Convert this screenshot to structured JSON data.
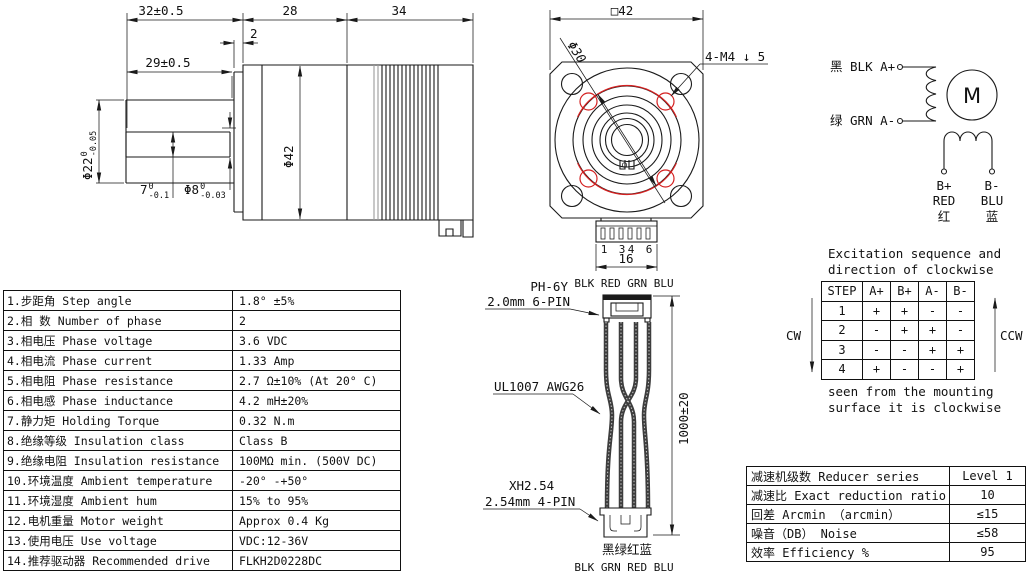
{
  "side_view": {
    "dim_length_gearhead": "32±0.5",
    "dim_gearbox": "28",
    "dim_motor": "34",
    "dim_pilot": "2",
    "dim_shaft_len": "29±0.5",
    "dim_boss_dia": {
      "main": "Φ22",
      "tol_top": "0",
      "tol_bot": "-0.05"
    },
    "dim_body_dia": "Φ42",
    "dim_shaft_flat": {
      "main": "7",
      "tol_top": "0",
      "tol_bot": "-0.1"
    },
    "dim_shaft_dia": {
      "main": "Φ8",
      "tol_top": "0",
      "tol_bot": "-0.03"
    }
  },
  "front_view": {
    "dim_flange": "□42",
    "dim_bolt_circle": "Φ30",
    "label_holes": "4-M4 ↓ 5",
    "pin_numbers": [
      "1",
      "3",
      "4",
      "6"
    ],
    "dim_pin_span": "16",
    "wire_colors": "BLK RED GRN BLU"
  },
  "wiring": {
    "lead_a_plus": "黑 BLK A+",
    "lead_a_minus": "绿 GRN A-",
    "motor_symbol": "M",
    "lead_b_plus": "B+",
    "lead_b_minus": "B-",
    "lead_b_plus_color": "RED",
    "lead_b_minus_color": "BLU",
    "lead_b_plus_cn": "红",
    "lead_b_minus_cn": "蓝",
    "cw_label": "CW",
    "ccw_label": "CCW",
    "note_top_line1": "Excitation sequence and",
    "note_top_line2": "direction of clockwise",
    "note_bottom_line1": "seen from the mounting",
    "note_bottom_line2": "surface it is clockwise"
  },
  "excitation_table": {
    "headers": [
      "STEP",
      "A+",
      "B+",
      "A-",
      "B-"
    ],
    "rows": [
      [
        "1",
        "+",
        "+",
        "-",
        "-"
      ],
      [
        "2",
        "-",
        "+",
        "+",
        "-"
      ],
      [
        "3",
        "-",
        "-",
        "+",
        "+"
      ],
      [
        "4",
        "+",
        "-",
        "-",
        "+"
      ]
    ]
  },
  "spec_table": {
    "rows": [
      {
        "name": "1.步距角 Step angle",
        "value": "1.8° ±5%"
      },
      {
        "name": "2.相  数 Number of phase",
        "value": "2"
      },
      {
        "name": "3.相电压 Phase voltage",
        "value": "3.6 VDC"
      },
      {
        "name": "4.相电流 Phase current",
        "value": "1.33 Amp"
      },
      {
        "name": "5.相电阻 Phase resistance",
        "value": "2.7 Ω±10% (At 20° C)"
      },
      {
        "name": "6.相电感 Phase inductance",
        "value": "4.2 mH±20%"
      },
      {
        "name": "7.静力矩 Holding Torque",
        "value": "0.32 N.m"
      },
      {
        "name": "8.绝缘等级 Insulation class",
        "value": "Class B"
      },
      {
        "name": "9.绝缘电阻 Insulation resistance",
        "value": "100MΩ min. (500V DC)"
      },
      {
        "name": "10.环境温度 Ambient temperature",
        "value": "-20° -+50°"
      },
      {
        "name": "11.环境湿度 Ambient hum",
        "value": "15% to 95%"
      },
      {
        "name": "12.电机重量 Motor weight",
        "value": "Approx 0.4 Kg"
      },
      {
        "name": "13.使用电压 Use voltage",
        "value": "VDC:12-36V"
      },
      {
        "name": "14.推荐驱动器 Recommended drive",
        "value": "FLKH2D0228DC"
      }
    ]
  },
  "cable": {
    "top_connector_type": "PH-6Y",
    "top_connector_pitch": "2.0mm 6-PIN",
    "wire_spec": "UL1007 AWG26",
    "dim_length": "1000±20",
    "bottom_connector_type": "XH2.54",
    "bottom_connector_pitch": "2.54mm 4-PIN",
    "wire_colors_cn": "黑绿红蓝",
    "wire_colors_en": "BLK GRN RED BLU"
  },
  "reducer_table": {
    "rows": [
      {
        "name": "减速机级数 Reducer series",
        "value": "Level 1"
      },
      {
        "name": "减速比 Exact reduction ratio",
        "value": "10"
      },
      {
        "name": "回差 Arcmin （arcmin）",
        "value": "≤15"
      },
      {
        "name": "噪音（DB） Noise",
        "value": "≤58"
      },
      {
        "name": "效率 Efficiency %",
        "value": "95"
      }
    ]
  },
  "colors": {
    "line": "#1a1a1a",
    "red": "#d42020"
  }
}
